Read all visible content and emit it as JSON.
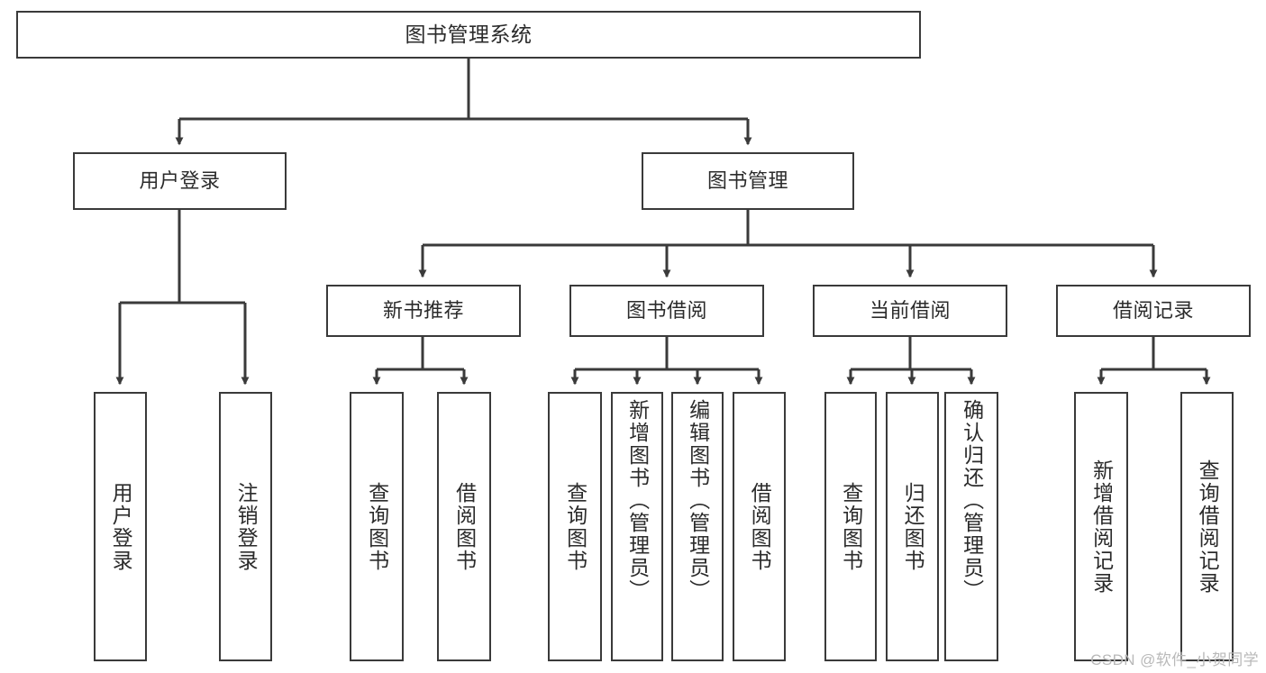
{
  "diagram": {
    "title": "图书管理系统",
    "type": "tree",
    "orientation": "top-down",
    "stroke_color": "#3a3a3a",
    "fill_color": "#ffffff",
    "text_color": "#2b2b2b",
    "nodes": {
      "root": {
        "label": "图书管理系统"
      },
      "level2": [
        {
          "id": "user-login",
          "label": "用户登录"
        },
        {
          "id": "book-management",
          "label": "图书管理"
        }
      ],
      "level3": [
        {
          "id": "new-book-recommend",
          "label": "新书推荐"
        },
        {
          "id": "book-borrow",
          "label": "图书借阅"
        },
        {
          "id": "current-borrow",
          "label": "当前借阅"
        },
        {
          "id": "borrow-record",
          "label": "借阅记录"
        }
      ],
      "leaves": {
        "user_login": [
          {
            "id": "leaf-user-login",
            "label": "用户登录"
          },
          {
            "id": "leaf-logout-login",
            "label": "注销登录"
          }
        ],
        "new_book_recommend": [
          {
            "id": "leaf-query-book-1",
            "label": "查询图书"
          },
          {
            "id": "leaf-borrow-book-1",
            "label": "借阅图书"
          }
        ],
        "book_borrow": [
          {
            "id": "leaf-query-book-2",
            "label": "查询图书"
          },
          {
            "id": "leaf-add-book",
            "label": "新增图书（管理员）"
          },
          {
            "id": "leaf-edit-book",
            "label": "编辑图书（管理员）"
          },
          {
            "id": "leaf-borrow-book-2",
            "label": "借阅图书"
          }
        ],
        "current_borrow": [
          {
            "id": "leaf-query-book-3",
            "label": "查询图书"
          },
          {
            "id": "leaf-return-book",
            "label": "归还图书"
          },
          {
            "id": "leaf-confirm-return",
            "label": "确认归还（管理员）"
          }
        ],
        "borrow_record": [
          {
            "id": "leaf-add-record",
            "label": "新增借阅记录"
          },
          {
            "id": "leaf-query-record",
            "label": "查询借阅记录"
          }
        ]
      }
    }
  },
  "watermark": {
    "text": "CSDN @软件_小贺同学"
  }
}
